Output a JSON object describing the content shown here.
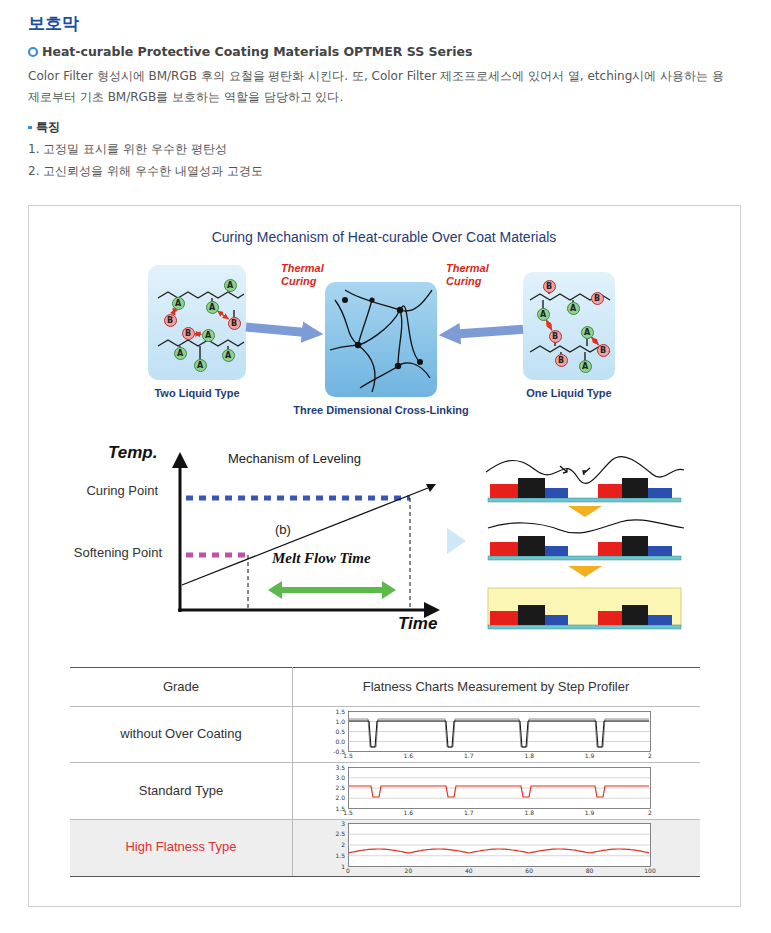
{
  "diagram": {
    "title": "보호막",
    "nodes": [
      {
        "text": [
          "Two Liquid Type"
        ]
      },
      {
        "text": [
          "Three Dimensional Cross-Linking"
        ]
      },
      {
        "text": [
          "One Liquid Type"
        ]
      },
      {
        "text": [
          "A"
        ],
        "in": 0
      },
      {
        "text": [
          "A"
        ],
        "in": 0
      },
      {
        "text": [
          "A"
        ],
        "in": 0
      },
      {
        "text": [
          "B"
        ],
        "in": 0
      },
      {
        "text": [
          "B"
        ],
        "in": 0
      },
      {
        "text": [
          "B"
        ],
        "in": 0
      },
      {
        "text": [
          "A"
        ],
        "in": 0
      },
      {
        "text": [
          "A"
        ],
        "in": 0
      },
      {
        "text": [
          "A"
        ],
        "in": 0
      },
      {
        "text": [
          "A"
        ],
        "in": 0
      },
      {
        "text": [
          "B"
        ],
        "in": 2
      },
      {
        "text": [
          "A"
        ],
        "in": 2
      },
      {
        "text": [
          "A"
        ],
        "in": 2
      },
      {
        "text": [
          "B"
        ],
        "in": 2
      },
      {
        "text": [
          "B"
        ],
        "in": 2
      },
      {
        "text": [
          "A"
        ],
        "in": 2
      },
      {
        "text": [
          "B"
        ],
        "in": 2
      },
      {
        "text": [
          "A"
        ],
        "in": 2
      },
      {
        "text": [
          "B"
        ],
        "in": 2
      }
    ],
    "edges": [
      {
        "from": 0,
        "to": 1,
        "label": "Thermal Curing",
        "arrow": "to"
      },
      {
        "from": 2,
        "to": 1,
        "label": "Thermal Curing",
        "arrow": "to"
      },
      {
        "from": 4,
        "to": 6,
        "arrow": "both"
      },
      {
        "from": 5,
        "to": 8,
        "arrow": "both"
      },
      {
        "from": 7,
        "to": 9,
        "arrow": "both"
      },
      {
        "from": 14,
        "to": 17,
        "arrow": "both"
      },
      {
        "from": 18,
        "to": 21,
        "arrow": "both"
      }
    ],
    "labels": [
      "Heat-curable Protective Coating Materials OPTMER SS Series",
      "Color Filter 형성시에 BM/RGB 후의 요철을 평탄화 시킨다. 또, Color Filter 제조프로세스에 있어서 열, etching시에 사용하는 용제로부터 기초 BM/RGB를 보호하는 역할을 담당하고 있다.",
      "특징",
      "1. 고정밀 표시를 위한 우수한 평탄성",
      "2. 고신뢰성을 위해 우수한 내열성과 고경도",
      "Curing Mechanism of Heat-curable Over Coat Materials",
      "Temp.",
      "Mechanism of Leveling",
      "Curing Point",
      "Softening Point",
      "(b)",
      "Melt Flow Time",
      "Time",
      "Grade",
      "Flatness Charts Measurement by Step Profiler",
      "without Over Coating",
      "Standard Type",
      "High Flatness Type",
      "1.5",
      "1.0",
      "0.5",
      "0.0",
      "-0.5",
      "1.5",
      "1.6",
      "1.7",
      "1.8",
      "1.9",
      "2",
      "3.5",
      "3.0",
      "2.5",
      "2.0",
      "1.5",
      "1.5",
      "1.6",
      "1.7",
      "1.8",
      "1.9",
      "2",
      "3",
      "2.5",
      "2",
      "1.5",
      "1",
      "0",
      "20",
      "40",
      "60",
      "80",
      "100"
    ]
  }
}
